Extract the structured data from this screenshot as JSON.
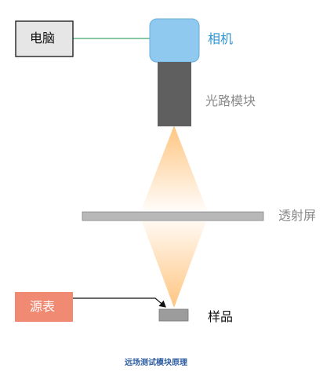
{
  "labels": {
    "computer": "电脑",
    "camera": "相机",
    "optics": "光路模块",
    "screen": "透射屏",
    "source_meter": "源表",
    "sample": "样品",
    "caption": "远场测试模块原理"
  },
  "colors": {
    "camera_fill": "#8fc9ef",
    "camera_border": "#6aaedb",
    "camera_label": "#2f93cf",
    "optics_fill": "#5f5f5f",
    "screen_fill": "#b8b8b8",
    "sample_fill": "#9c9c9c",
    "source_fill": "#f08a73",
    "computer_fill": "#e6e6e6",
    "link_line": "#3aa86e",
    "beam_color": "#ffc27a",
    "label_gray": "#8a8a8a",
    "caption_color": "#2f5fa0"
  }
}
